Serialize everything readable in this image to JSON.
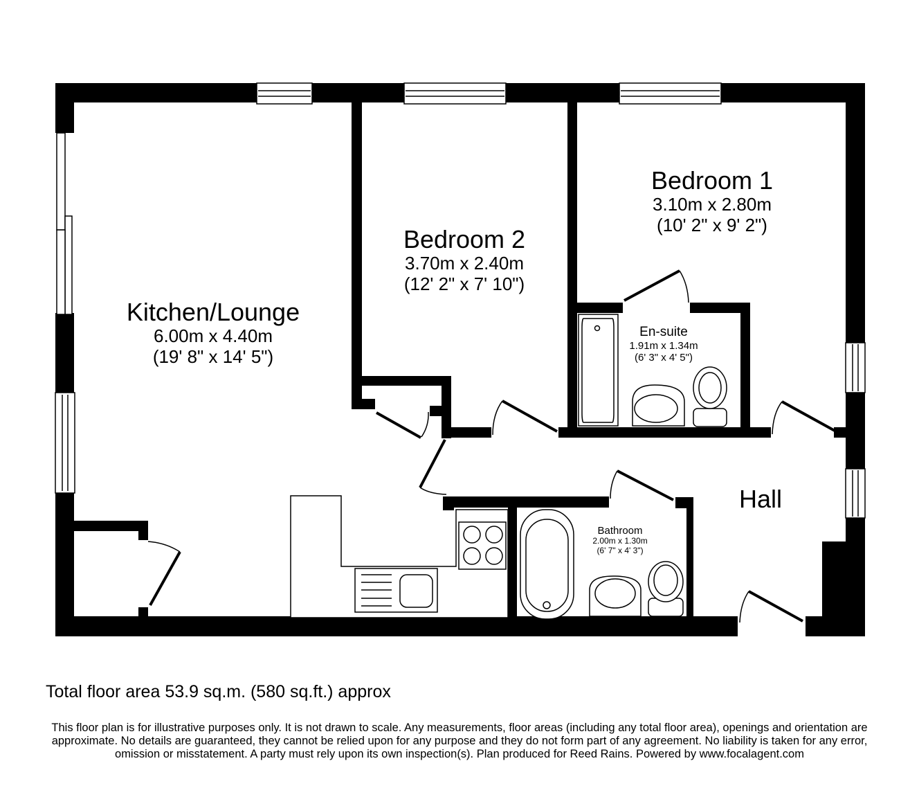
{
  "plan": {
    "rooms": [
      {
        "id": "kitchen_lounge",
        "name": "Kitchen/Lounge",
        "metric": "6.00m x 4.40m",
        "imperial": "(19' 8\" x 14' 5\")"
      },
      {
        "id": "bedroom_2",
        "name": "Bedroom 2",
        "metric": "3.70m x 2.40m",
        "imperial": "(12' 2\" x 7' 10\")"
      },
      {
        "id": "bedroom_1",
        "name": "Bedroom 1",
        "metric": "3.10m x 2.80m",
        "imperial": "(10' 2\" x 9' 2\")"
      },
      {
        "id": "en_suite",
        "name": "En-suite",
        "metric": "1.91m x 1.34m",
        "imperial": "(6' 3\" x 4' 5\")"
      },
      {
        "id": "bathroom",
        "name": "Bathroom",
        "metric": "2.00m x 1.30m",
        "imperial": "(6' 7\" x 4' 3\")"
      },
      {
        "id": "hall",
        "name": "Hall"
      }
    ],
    "fixtures": [
      "window-icon",
      "door-icon",
      "bathtub-icon",
      "toilet-icon",
      "washbasin-icon",
      "hob-icon",
      "sink-icon"
    ],
    "colors": {
      "wall": "#000000",
      "background": "#ffffff",
      "fixture_stroke": "#000000"
    }
  },
  "footer": {
    "total_area": "Total floor area 53.9 sq.m. (580 sq.ft.) approx",
    "disclaimer": "This floor plan is for illustrative purposes only. It is not drawn to scale. Any measurements, floor areas (including any total floor area), openings and orientation are approximate. No details are guaranteed, they cannot be relied upon for any purpose and they do not form part of any agreement. No liability is taken for any error, omission or misstatement. A party must rely upon its own inspection(s). Plan produced for Reed Rains. Powered by www.focalagent.com"
  }
}
